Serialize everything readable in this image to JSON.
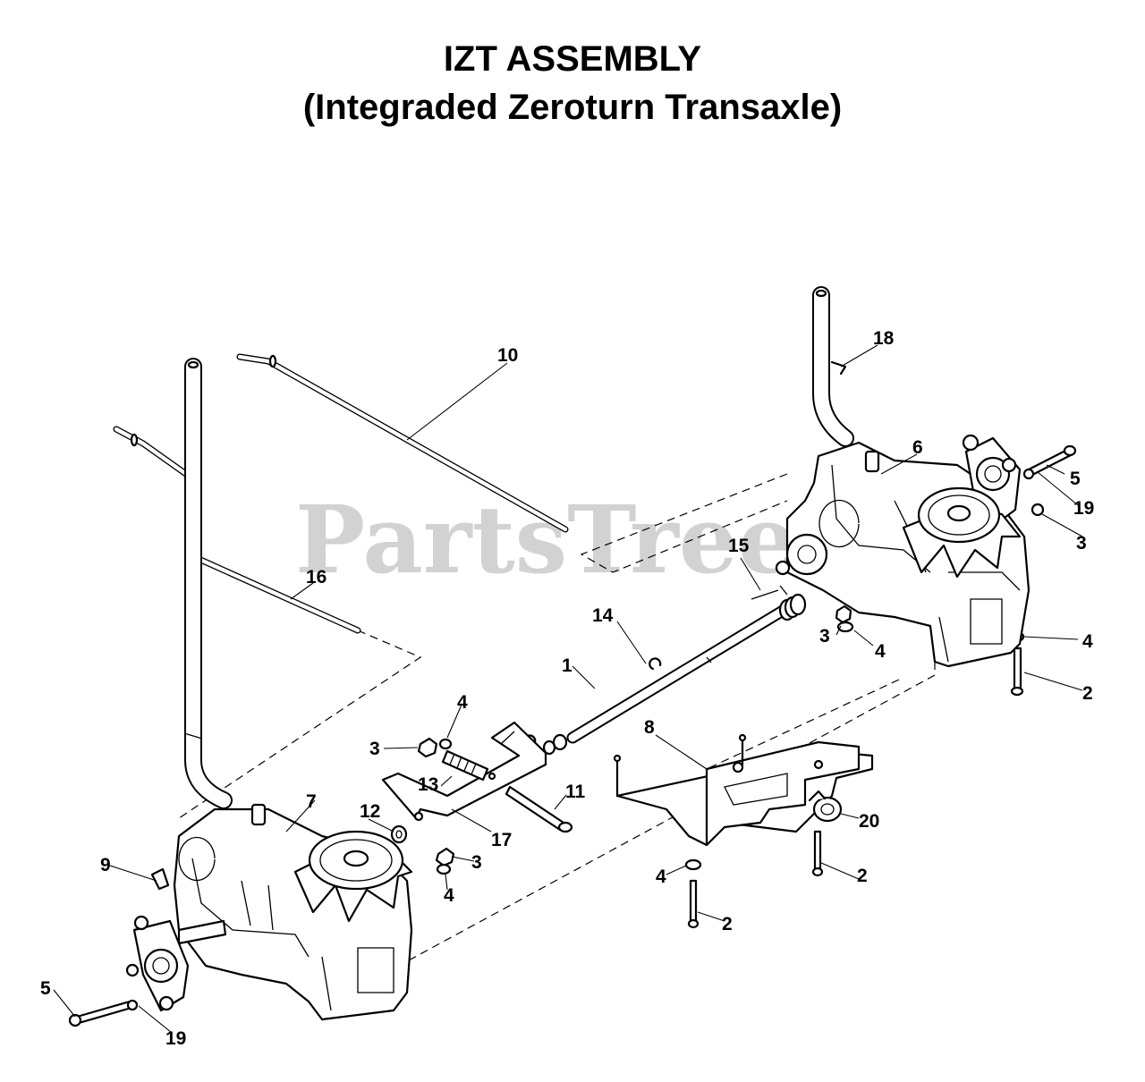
{
  "title": {
    "line1": "IZT ASSEMBLY",
    "line2": "(Integraded Zeroturn Transaxle)"
  },
  "watermark": "PartsTree",
  "callouts": [
    {
      "id": "c1",
      "text": "1"
    },
    {
      "id": "c2a",
      "text": "2"
    },
    {
      "id": "c2b",
      "text": "2"
    },
    {
      "id": "c2c",
      "text": "2"
    },
    {
      "id": "c3a",
      "text": "3"
    },
    {
      "id": "c3b",
      "text": "3"
    },
    {
      "id": "c3c",
      "text": "3"
    },
    {
      "id": "c3d",
      "text": "3"
    },
    {
      "id": "c4a",
      "text": "4"
    },
    {
      "id": "c4b",
      "text": "4"
    },
    {
      "id": "c4c",
      "text": "4"
    },
    {
      "id": "c4d",
      "text": "4"
    },
    {
      "id": "c4e",
      "text": "4"
    },
    {
      "id": "c5a",
      "text": "5"
    },
    {
      "id": "c5b",
      "text": "5"
    },
    {
      "id": "c6",
      "text": "6"
    },
    {
      "id": "c7",
      "text": "7"
    },
    {
      "id": "c8",
      "text": "8"
    },
    {
      "id": "c9",
      "text": "9"
    },
    {
      "id": "c10",
      "text": "10"
    },
    {
      "id": "c11",
      "text": "11"
    },
    {
      "id": "c12",
      "text": "12"
    },
    {
      "id": "c13",
      "text": "13"
    },
    {
      "id": "c14",
      "text": "14"
    },
    {
      "id": "c15",
      "text": "15"
    },
    {
      "id": "c16",
      "text": "16"
    },
    {
      "id": "c17",
      "text": "17"
    },
    {
      "id": "c18",
      "text": "18"
    },
    {
      "id": "c19a",
      "text": "19"
    },
    {
      "id": "c19b",
      "text": "19"
    },
    {
      "id": "c20",
      "text": "20"
    }
  ],
  "colors": {
    "ink": "#000000",
    "watermark": "#d2d2d2",
    "background": "#ffffff"
  }
}
